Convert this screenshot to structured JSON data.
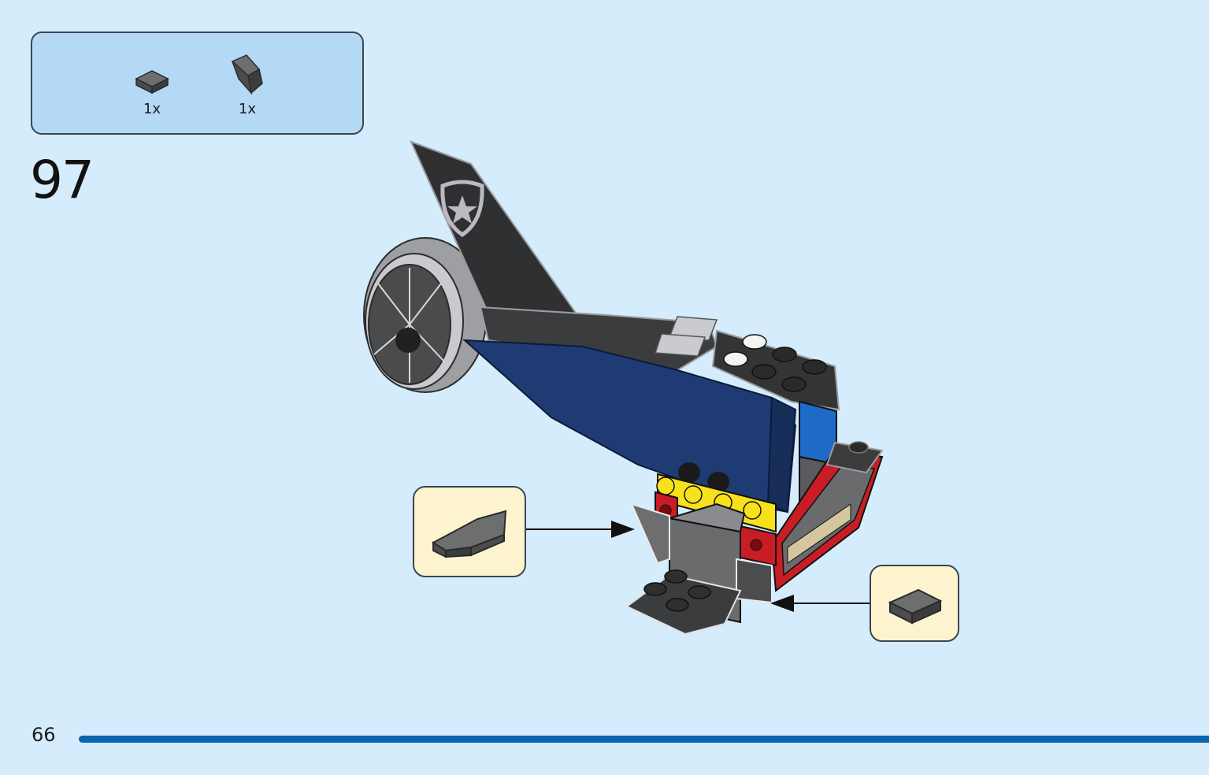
{
  "parts_list": [
    {
      "icon": "dark-gray-tile-1x1-icon",
      "qty": "1x"
    },
    {
      "icon": "dark-gray-wedge-slope-icon",
      "qty": "1x"
    }
  ],
  "step": {
    "number": "97"
  },
  "page": {
    "number": "66"
  },
  "colors": {
    "background": "#d4ecfb",
    "parts_box": "#b3d9f5",
    "callout": "#fdf4cf",
    "dark_blue": "#1f3b73",
    "dark_gray": "#3a3a3a",
    "footer_bar": "#0a64b0"
  }
}
